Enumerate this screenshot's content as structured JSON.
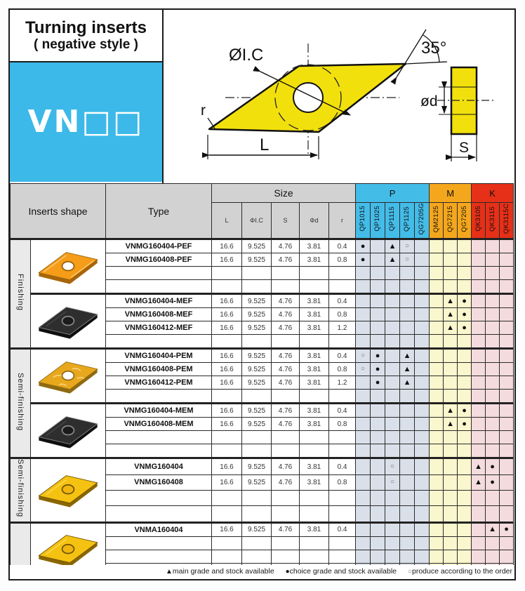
{
  "brand": {
    "title_line1": "Turning inserts",
    "title_line2": "( negative style )",
    "series_code": "VN□□"
  },
  "diagram": {
    "label_ic": "ØI.C",
    "label_angle": "35°",
    "label_r": "r",
    "label_l": "L",
    "label_d": "ød",
    "label_s": "S",
    "insert_color": "#f2e00d"
  },
  "colors": {
    "accent_blue": "#3cb9e8",
    "grade_p": "#44bce8",
    "grade_m": "#f4a71d",
    "grade_k": "#e63018",
    "tint_p": "#dae0e9",
    "tint_m": "#faf6cd",
    "tint_k": "#f4dbdd"
  },
  "table": {
    "col_inserts_shape": "Inserts shape",
    "col_type": "Type",
    "col_size": "Size",
    "size_subcols": [
      "L",
      "ΦI.C",
      "S",
      "Φd",
      "r"
    ],
    "grade_groups": [
      {
        "label": "P",
        "cols": [
          "QP1015",
          "QP1025",
          "QP1115",
          "QP1125",
          "QG7205G"
        ]
      },
      {
        "label": "M",
        "cols": [
          "QM2125",
          "QG7215",
          "QG7205"
        ]
      },
      {
        "label": "K",
        "cols": [
          "QK3105",
          "QK3115",
          "QK3115C"
        ]
      }
    ],
    "groups": [
      {
        "label": "Finishing",
        "shapes": [
          {
            "style": "orange",
            "rows": [
              {
                "type": "VNMG160404-PEF",
                "size": [
                  "16.6",
                  "9.525",
                  "4.76",
                  "3.81",
                  "0.4"
                ],
                "marks": [
                  "●",
                  "",
                  "▲",
                  "○",
                  "",
                  "",
                  "",
                  "",
                  "",
                  "",
                  ""
                ]
              },
              {
                "type": "VNMG160408-PEF",
                "size": [
                  "16.6",
                  "9.525",
                  "4.76",
                  "3.81",
                  "0.8"
                ],
                "marks": [
                  "●",
                  "",
                  "▲",
                  "○",
                  "",
                  "",
                  "",
                  "",
                  "",
                  "",
                  ""
                ]
              },
              {
                "type": "",
                "size": [
                  "",
                  "",
                  "",
                  "",
                  ""
                ],
                "marks": [
                  "",
                  "",
                  "",
                  "",
                  "",
                  "",
                  "",
                  "",
                  "",
                  "",
                  ""
                ]
              },
              {
                "type": "",
                "size": [
                  "",
                  "",
                  "",
                  "",
                  ""
                ],
                "marks": [
                  "",
                  "",
                  "",
                  "",
                  "",
                  "",
                  "",
                  "",
                  "",
                  "",
                  ""
                ]
              }
            ]
          },
          {
            "style": "black",
            "rows": [
              {
                "type": "VNMG160404-MEF",
                "size": [
                  "16.6",
                  "9.525",
                  "4.76",
                  "3.81",
                  "0.4"
                ],
                "marks": [
                  "",
                  "",
                  "",
                  "",
                  "",
                  "",
                  "▲",
                  "●",
                  "",
                  "",
                  ""
                ]
              },
              {
                "type": "VNMG160408-MEF",
                "size": [
                  "16.6",
                  "9.525",
                  "4.76",
                  "3.81",
                  "0.8"
                ],
                "marks": [
                  "",
                  "",
                  "",
                  "",
                  "",
                  "",
                  "▲",
                  "●",
                  "",
                  "",
                  ""
                ]
              },
              {
                "type": "VNMG160412-MEF",
                "size": [
                  "16.6",
                  "9.525",
                  "4.76",
                  "3.81",
                  "1.2"
                ],
                "marks": [
                  "",
                  "",
                  "",
                  "",
                  "",
                  "",
                  "▲",
                  "●",
                  "",
                  "",
                  ""
                ]
              },
              {
                "type": "",
                "size": [
                  "",
                  "",
                  "",
                  "",
                  ""
                ],
                "marks": [
                  "",
                  "",
                  "",
                  "",
                  "",
                  "",
                  "",
                  "",
                  "",
                  "",
                  ""
                ]
              }
            ]
          }
        ]
      },
      {
        "label": "Semi-finishing",
        "shapes": [
          {
            "style": "goldTextured",
            "rows": [
              {
                "type": "VNMG160404-PEM",
                "size": [
                  "16.6",
                  "9.525",
                  "4.76",
                  "3.81",
                  "0.4"
                ],
                "marks": [
                  "○",
                  "●",
                  "",
                  "▲",
                  "",
                  "",
                  "",
                  "",
                  "",
                  "",
                  ""
                ]
              },
              {
                "type": "VNMG160408-PEM",
                "size": [
                  "16.6",
                  "9.525",
                  "4.76",
                  "3.81",
                  "0.8"
                ],
                "marks": [
                  "○",
                  "●",
                  "",
                  "▲",
                  "",
                  "",
                  "",
                  "",
                  "",
                  "",
                  ""
                ]
              },
              {
                "type": "VNMG160412-PEM",
                "size": [
                  "16.6",
                  "9.525",
                  "4.76",
                  "3.81",
                  "1.2"
                ],
                "marks": [
                  "",
                  "●",
                  "",
                  "▲",
                  "",
                  "",
                  "",
                  "",
                  "",
                  "",
                  ""
                ]
              },
              {
                "type": "",
                "size": [
                  "",
                  "",
                  "",
                  "",
                  ""
                ],
                "marks": [
                  "",
                  "",
                  "",
                  "",
                  "",
                  "",
                  "",
                  "",
                  "",
                  "",
                  ""
                ]
              }
            ]
          },
          {
            "style": "black",
            "rows": [
              {
                "type": "VNMG160404-MEM",
                "size": [
                  "16.6",
                  "9.525",
                  "4.76",
                  "3.81",
                  "0.4"
                ],
                "marks": [
                  "",
                  "",
                  "",
                  "",
                  "",
                  "",
                  "▲",
                  "●",
                  "",
                  "",
                  ""
                ]
              },
              {
                "type": "VNMG160408-MEM",
                "size": [
                  "16.6",
                  "9.525",
                  "4.76",
                  "3.81",
                  "0.8"
                ],
                "marks": [
                  "",
                  "",
                  "",
                  "",
                  "",
                  "",
                  "▲",
                  "●",
                  "",
                  "",
                  ""
                ]
              },
              {
                "type": "",
                "size": [
                  "",
                  "",
                  "",
                  "",
                  ""
                ],
                "marks": [
                  "",
                  "",
                  "",
                  "",
                  "",
                  "",
                  "",
                  "",
                  "",
                  "",
                  ""
                ]
              },
              {
                "type": "",
                "size": [
                  "",
                  "",
                  "",
                  "",
                  ""
                ],
                "marks": [
                  "",
                  "",
                  "",
                  "",
                  "",
                  "",
                  "",
                  "",
                  "",
                  "",
                  ""
                ]
              }
            ]
          }
        ]
      },
      {
        "label": "Semi-finishing",
        "shapes": [
          {
            "style": "gold",
            "rows": [
              {
                "type": "VNMG160404",
                "size": [
                  "16.6",
                  "9.525",
                  "4.76",
                  "3.81",
                  "0.4"
                ],
                "marks": [
                  "",
                  "",
                  "○",
                  "",
                  "",
                  "",
                  "",
                  "",
                  "▲",
                  "●",
                  ""
                ]
              },
              {
                "type": "VNMG160408",
                "size": [
                  "16.6",
                  "9.525",
                  "4.76",
                  "3.81",
                  "0.8"
                ],
                "marks": [
                  "",
                  "",
                  "○",
                  "",
                  "",
                  "",
                  "",
                  "",
                  "▲",
                  "●",
                  ""
                ]
              },
              {
                "type": "",
                "size": [
                  "",
                  "",
                  "",
                  "",
                  ""
                ],
                "marks": [
                  "",
                  "",
                  "",
                  "",
                  "",
                  "",
                  "",
                  "",
                  "",
                  "",
                  ""
                ]
              },
              {
                "type": "",
                "size": [
                  "",
                  "",
                  "",
                  "",
                  ""
                ],
                "marks": [
                  "",
                  "",
                  "",
                  "",
                  "",
                  "",
                  "",
                  "",
                  "",
                  "",
                  ""
                ]
              }
            ]
          }
        ]
      },
      {
        "label": "",
        "shapes": [
          {
            "style": "gold",
            "rows": [
              {
                "type": "VNMA160404",
                "size": [
                  "16.6",
                  "9.525",
                  "4.76",
                  "3.81",
                  "0.4"
                ],
                "marks": [
                  "",
                  "",
                  "",
                  "",
                  "",
                  "",
                  "",
                  "",
                  "",
                  "▲",
                  "●"
                ]
              },
              {
                "type": "",
                "size": [
                  "",
                  "",
                  "",
                  "",
                  ""
                ],
                "marks": [
                  "",
                  "",
                  "",
                  "",
                  "",
                  "",
                  "",
                  "",
                  "",
                  "",
                  ""
                ]
              },
              {
                "type": "",
                "size": [
                  "",
                  "",
                  "",
                  "",
                  ""
                ],
                "marks": [
                  "",
                  "",
                  "",
                  "",
                  "",
                  "",
                  "",
                  "",
                  "",
                  "",
                  ""
                ]
              },
              {
                "type": "",
                "size": [
                  "",
                  "",
                  "",
                  "",
                  ""
                ],
                "marks": [
                  "",
                  "",
                  "",
                  "",
                  "",
                  "",
                  "",
                  "",
                  "",
                  "",
                  ""
                ]
              }
            ]
          }
        ]
      }
    ],
    "legend": [
      {
        "symbol": "▲",
        "text": "main grade and stock available"
      },
      {
        "symbol": "●",
        "text": "choice grade and stock available"
      },
      {
        "symbol": "○",
        "text": "produce according to the order"
      }
    ]
  }
}
